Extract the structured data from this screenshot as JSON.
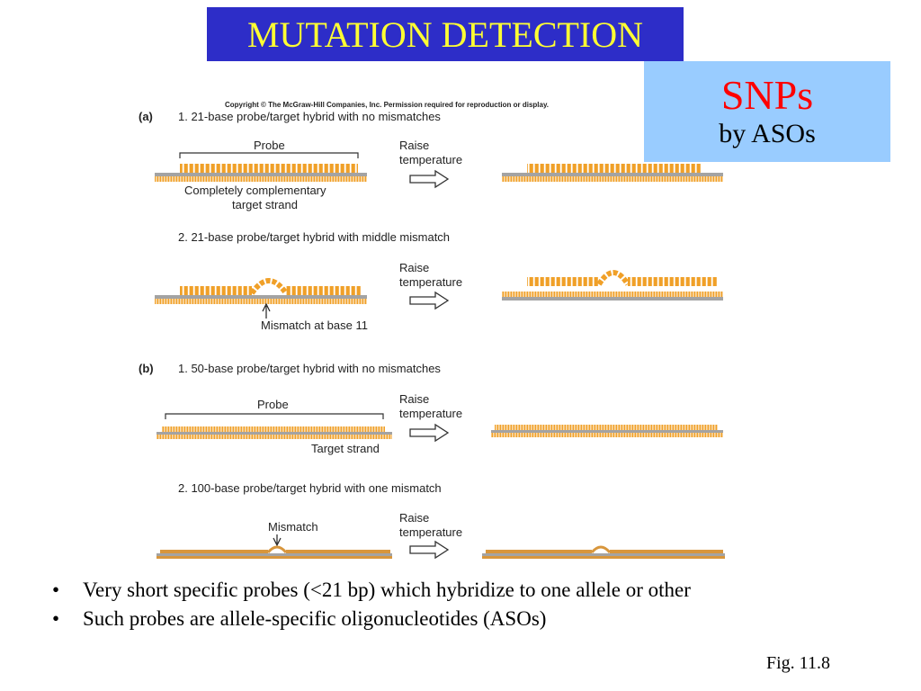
{
  "title": "MUTATION DETECTION",
  "snp_box": {
    "title": "SNPs",
    "subtitle": "by ASOs"
  },
  "figure": {
    "copyright": "Copyright © The McGraw-Hill Companies, Inc. Permission required for reproduction or display.",
    "panel_a": "(a)",
    "panel_b": "(b)",
    "a1_caption": "1. 21-base probe/target hybrid with no mismatches",
    "a2_caption": "2. 21-base probe/target hybrid with middle mismatch",
    "b1_caption": "1. 50-base probe/target hybrid with no mismatches",
    "b2_caption": "2. 100-base probe/target hybrid with one mismatch",
    "probe_label": "Probe",
    "complementary_label_1": "Completely complementary",
    "complementary_label_2": "target strand",
    "mismatch_base_label": "Mismatch at base 11",
    "target_strand_label": "Target strand",
    "mismatch_label": "Mismatch",
    "raise_label": "Raise",
    "temperature_label": "temperature",
    "colors": {
      "probe": "#f0a028",
      "target": "#f0a028",
      "strand": "#c98a3a"
    }
  },
  "bullets": [
    "Very short specific probes (<21 bp) which hybridize to one allele or other",
    "Such probes are allele-specific oligonucleotides (ASOs)"
  ],
  "fig_ref": "Fig. 11.8"
}
